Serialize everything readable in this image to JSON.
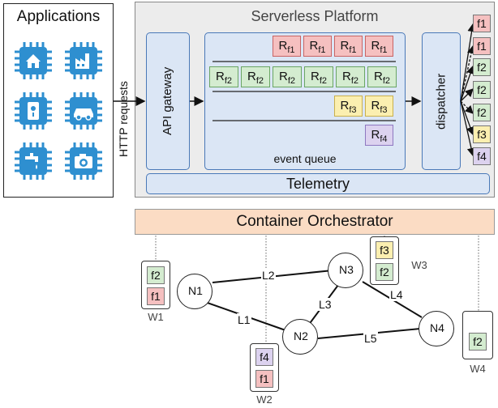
{
  "apps": {
    "title": "Applications",
    "icons": [
      "home-icon",
      "factory-icon",
      "security-sensor-icon",
      "car-icon",
      "water-faucet-icon",
      "camera-icon"
    ]
  },
  "http_label": "HTTP requests",
  "platform": {
    "title": "Serverless Platform",
    "api_gateway": "API gateway",
    "event_queue": "event queue",
    "dispatcher": "dispatcher",
    "telemetry": "Telemetry"
  },
  "queue": {
    "row1": [
      "f1",
      "f1",
      "f1",
      "f1"
    ],
    "row2": [
      "f2",
      "f2",
      "f2",
      "f2",
      "f2",
      "f2"
    ],
    "row3": [
      "f3",
      "f3"
    ],
    "row4": [
      "f4"
    ],
    "prefix": "R"
  },
  "dispatched": [
    "f1",
    "f1",
    "f2",
    "f2",
    "f2",
    "f3",
    "f4"
  ],
  "orchestrator": "Container Orchestrator",
  "nodes": [
    "N1",
    "N2",
    "N3",
    "N4"
  ],
  "links": [
    "L1",
    "L2",
    "L3",
    "L4",
    "L5"
  ],
  "workers": {
    "w1": {
      "label": "W1",
      "funcs": [
        "f2",
        "f1"
      ]
    },
    "w2": {
      "label": "W2",
      "funcs": [
        "f4",
        "f1"
      ]
    },
    "w3": {
      "label": "W3",
      "funcs": [
        "f3",
        "f2"
      ]
    },
    "w4": {
      "label": "W4",
      "funcs": [
        "f2"
      ]
    }
  },
  "colors": {
    "f1": "#f5c0c0",
    "f2": "#d4ecd0",
    "f3": "#fbefb0",
    "f4": "#dcd2ef",
    "icon": "#2e8fd0",
    "queue": "#dbe6f5",
    "orchestrator": "#fbdcc4"
  }
}
